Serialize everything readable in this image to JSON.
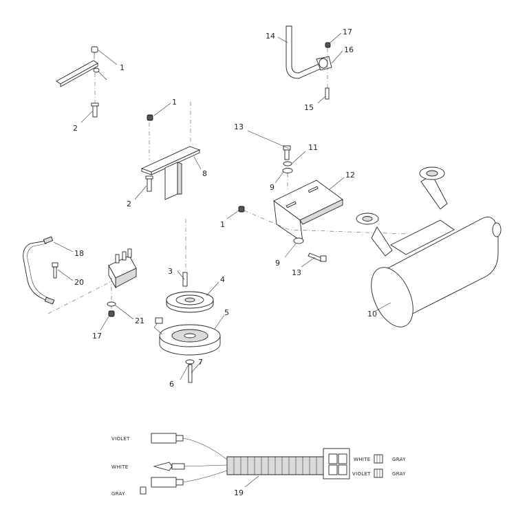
{
  "callouts": [
    "1",
    "2",
    "1",
    "8",
    "2",
    "14",
    "17",
    "16",
    "15",
    "13",
    "11",
    "9",
    "12",
    "1",
    "9",
    "13",
    "10",
    "18",
    "20",
    "3",
    "4",
    "5",
    "21",
    "17",
    "6",
    "7",
    "19"
  ],
  "wire_labels": {
    "violet_left": "VIOLET",
    "white_left": "WHITE",
    "gray_left": "GRAY",
    "white_right": "WHITE",
    "gray_right_top": "GRAY",
    "violet_right": "VIOLET",
    "gray_right_bottom": "GRAY"
  }
}
